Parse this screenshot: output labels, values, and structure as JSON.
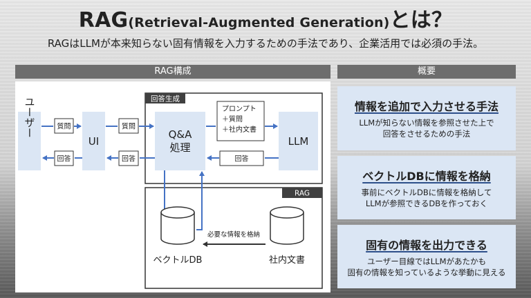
{
  "header": {
    "title_main": "RAG",
    "title_paren": "(Retrieval-Augmented Generation)",
    "title_end": "とは？",
    "subtitle": "RAGはLLMが本来知らない固有情報を入力するための手法であり、企業活用では必須の手法。"
  },
  "left_header": "RAG構成",
  "right_header": "概要",
  "diagram": {
    "user": "ユーザー",
    "ui": "UI",
    "question": "質問",
    "answer": "回答",
    "qa": [
      "Q&A",
      "処理"
    ],
    "answer_gen_label": "回答生成",
    "prompt": [
      "プロンプト",
      "＋質問",
      "＋社内文書"
    ],
    "llm": "LLM",
    "rag_label": "RAG",
    "vector_db": "ベクトルDB",
    "internal_docs": "社内文書",
    "store_label": "必要な情報を格納"
  },
  "cards": [
    {
      "heading": "情報を追加で入力させる手法",
      "body": [
        "LLMが知らない情報を参照させた上で",
        "回答をさせるための手法"
      ]
    },
    {
      "heading": "ベクトルDBに情報を格納",
      "body": [
        "事前にベクトルDBに情報を格納して",
        "LLMが参照できるDBを作っておく"
      ]
    },
    {
      "heading": "固有の情報を出力できる",
      "body": [
        "ユーザー目線ではLLMがあたかも",
        "固有の情報を知っているような挙動に見える"
      ]
    }
  ],
  "colors": {
    "accent": "#4472c4",
    "box_fill": "#dbe6f4",
    "header_bg": "#6d6d6d",
    "dark_label": "#404040"
  }
}
